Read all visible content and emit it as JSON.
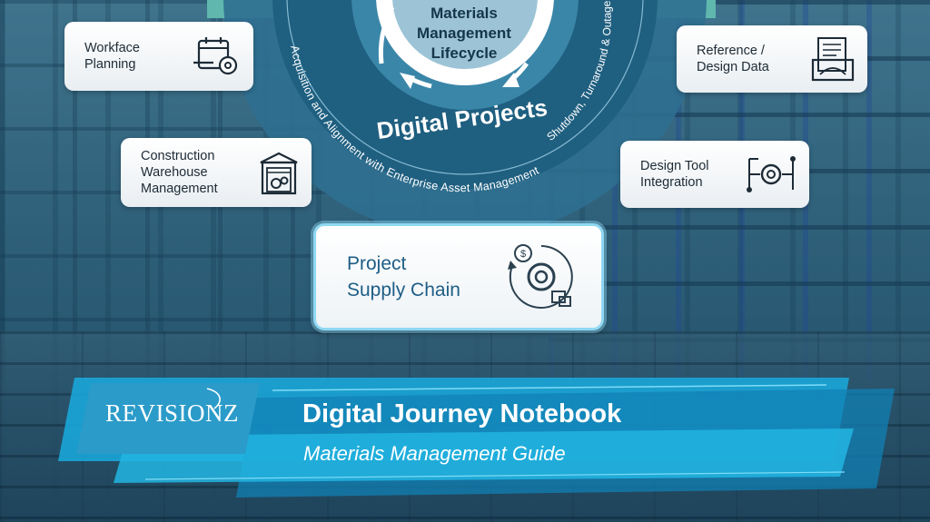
{
  "diagram": {
    "center_title": "Materials\nManagement\nLifecycle",
    "ring_label": "Digital Projects",
    "arc_left": "Acquisition and Alignment with Enterprise Asset Management",
    "arc_right": "Shutdown, Turnaround & Outage"
  },
  "cards": {
    "workface": "Workface\nPlanning",
    "construction": "Construction\nWarehouse\nManagement",
    "reference": "Reference /\nDesign Data",
    "design_tool": "Design Tool\nIntegration",
    "supply_chain": "Project\nSupply Chain"
  },
  "banner": {
    "logo": "REVISIONZ",
    "title": "Digital Journey Notebook",
    "subtitle": "Materials Management Guide"
  },
  "colors": {
    "ring_dark": "#1f5f80",
    "ring_mid": "#2f7796",
    "teal_band": "#5fb7ae",
    "banner_blue": "#1aa6d8",
    "card_text": "#1d2b36",
    "supply_text": "#1e5d86"
  }
}
